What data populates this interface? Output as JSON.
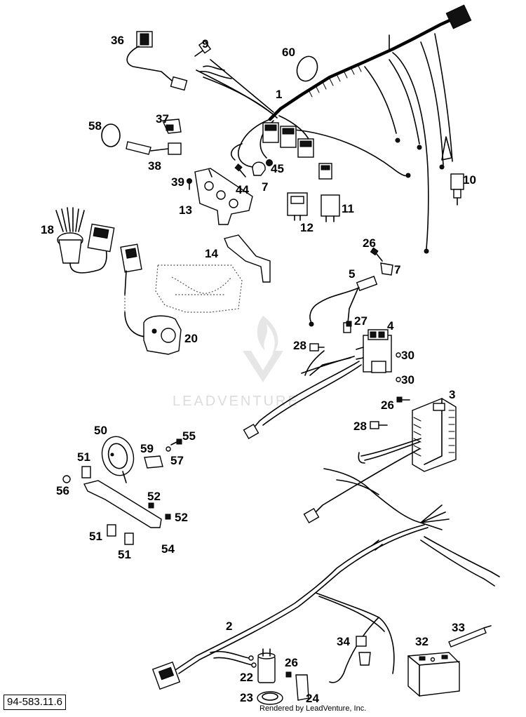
{
  "diagram_id": "94-583.11.6",
  "footer": "Rendered by LeadVenture, Inc.",
  "watermark": "LEADVENTURE",
  "labels": {
    "p1": "1",
    "p2": "2",
    "p3": "3",
    "p4": "4",
    "p5": "5",
    "p7a": "7",
    "p7b": "7",
    "p9": "9",
    "p10": "10",
    "p11": "11",
    "p12": "12",
    "p13": "13",
    "p14": "14",
    "p18": "18",
    "p20": "20",
    "p22": "22",
    "p23": "23",
    "p24": "24",
    "p26a": "26",
    "p26b": "26",
    "p26c": "26",
    "p27": "27",
    "p28a": "28",
    "p28b": "28",
    "p30a": "30",
    "p30b": "30",
    "p32": "32",
    "p33": "33",
    "p34": "34",
    "p36": "36",
    "p37": "37",
    "p38": "38",
    "p39": "39",
    "p44": "44",
    "p45": "45",
    "p50": "50",
    "p51a": "51",
    "p51b": "51",
    "p51c": "51",
    "p52a": "52",
    "p52b": "52",
    "p54": "54",
    "p55": "55",
    "p56": "56",
    "p57": "57",
    "p58": "58",
    "p59": "59",
    "p60": "60"
  }
}
